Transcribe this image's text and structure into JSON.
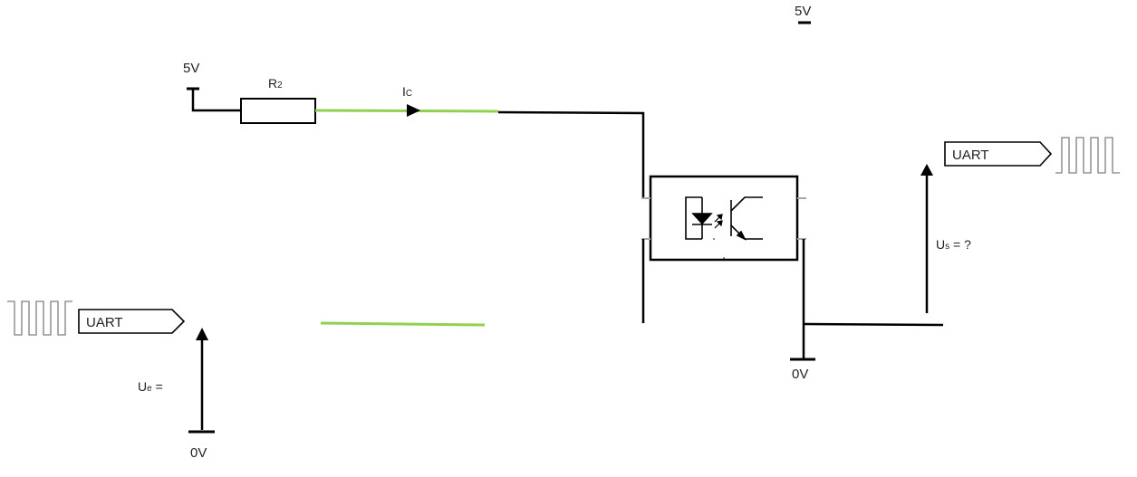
{
  "labels": {
    "supply_top_right": "5V",
    "supply_left": "5V",
    "resistor": "R",
    "resistor_sub": "2",
    "current": "I",
    "current_sub": "C",
    "ground_right": "0V",
    "ground_left": "0V",
    "output_voltage": "U",
    "output_voltage_sub": "s",
    "output_voltage_suffix": " = ?",
    "input_voltage": "U",
    "input_voltage_sub": "e",
    "input_voltage_suffix": " =",
    "uart_in": "UART",
    "uart_out": "UART"
  },
  "colors": {
    "wire": "#000000",
    "highlight_wire": "#92d050",
    "signal": "#7f7f7f",
    "pin": "#a6a6a6"
  }
}
